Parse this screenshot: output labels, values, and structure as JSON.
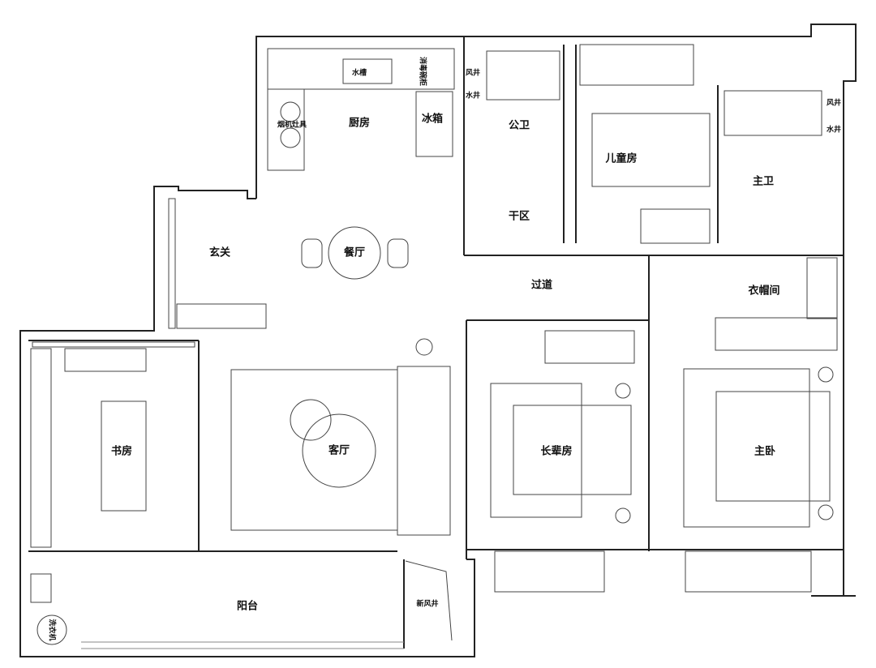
{
  "rooms": {
    "kitchen": "厨房",
    "fridge": "冰箱",
    "sink": "水槽",
    "stove": "烟机灶具",
    "cabinet": "消毒碗柜",
    "shaft_wind_1": "风井",
    "shaft_water_1": "水井",
    "public_bath": "公卫",
    "kids_room": "儿童房",
    "master_bath": "主卫",
    "shaft_wind_2": "风井",
    "shaft_water_2": "水井",
    "dry_area": "干区",
    "entrance": "玄关",
    "dining": "餐厅",
    "corridor": "过道",
    "closet": "衣帽间",
    "study": "书房",
    "living": "客厅",
    "elder_room": "长辈房",
    "master_bedroom": "主卧",
    "balcony": "阳台",
    "fresh_air_shaft": "新风井",
    "washer": "洗衣机"
  }
}
